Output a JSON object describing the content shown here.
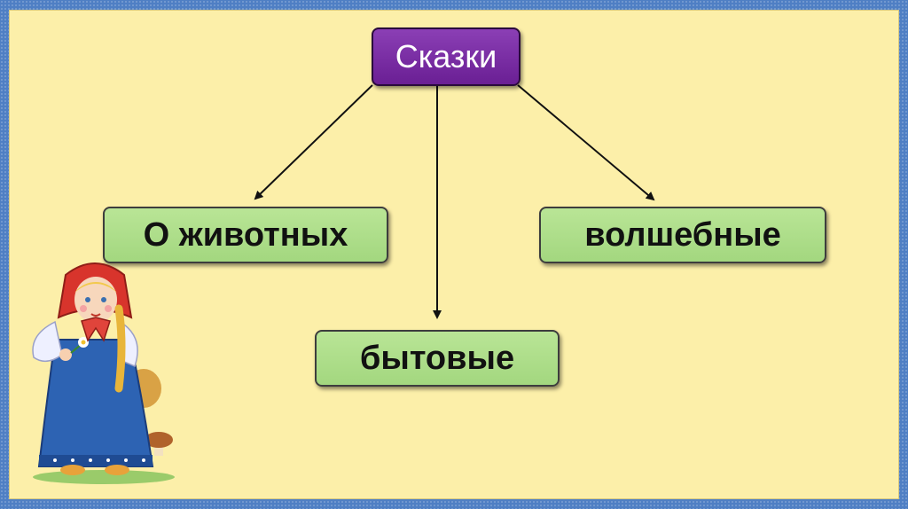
{
  "diagram": {
    "root": "Сказки",
    "children": [
      {
        "label": "О животных"
      },
      {
        "label": "бытовые"
      },
      {
        "label": "волшебные"
      }
    ]
  },
  "colors": {
    "root_fill": "#7a2ea6",
    "child_fill": "#b0de8c",
    "background": "#fcefa9",
    "frame": "#4f7fc4"
  },
  "illustration": {
    "icon": "russian-folk-girl-icon"
  }
}
